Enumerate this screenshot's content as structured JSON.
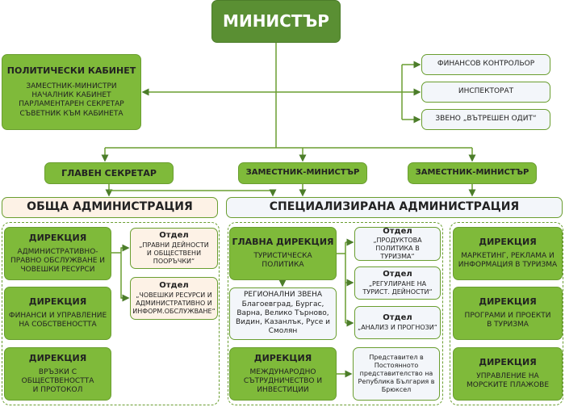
{
  "minister": "МИНИСТЪР",
  "cabinet": {
    "title": "ПОЛИТИЧЕСКИ КАБИНЕТ",
    "lines": [
      "ЗАМЕСТНИК-МИНИСТРИ",
      "НАЧАЛНИК КАБИНЕТ",
      "ПАРЛАМЕНТАРЕН СЕКРЕТАР",
      "СЪВЕТНИК КЪМ КАБИНЕТА"
    ]
  },
  "control": [
    "ФИНАНСОВ КОНТРОЛЬОР",
    "ИНСПЕКТОРАТ",
    "ЗВЕНО „ВЪТРЕШЕН ОДИТ“"
  ],
  "level2": [
    "ГЛАВЕН СЕКРЕТАР",
    "ЗАМЕСТНИК-МИНИСТЪР",
    "ЗАМЕСТНИК-МИНИСТЪР"
  ],
  "general_admin": {
    "title": "ОБЩА АДМИНИСТРАЦИЯ",
    "directorates": [
      {
        "title": "ДИРЕКЦИЯ",
        "text": "АДМИНИСТРАТИВНО-ПРАВНО ОБСЛУЖВАНЕ И ЧОВЕШКИ РЕСУРСИ"
      },
      {
        "title": "ДИРЕКЦИЯ",
        "text": "ФИНАНСИ И УПРАВЛЕНИЕ НА СОБСТВЕНОСТТА"
      },
      {
        "title": "ДИРЕКЦИЯ",
        "text": "ВРЪЗКИ С ОБЩЕСТВЕНОСТТА И ПРОТОКОЛ"
      }
    ],
    "departments": [
      {
        "title": "Отдел",
        "text": "„ПРАВНИ ДЕЙНОСТИ И ОБЩЕСТВЕНИ ПООРЪЧКИ“"
      },
      {
        "title": "Отдел",
        "text": "„ЧОВЕШКИ РЕСУРСИ И АДМИНИСТРАТИВНО И ИНФОРМ.ОБСЛУЖВАНЕ“"
      }
    ]
  },
  "special_admin": {
    "title": "СПЕЦИАЛИЗИРАНА АДМИНИСТРАЦИЯ",
    "main_dir": {
      "title": "ГЛАВНА ДИРЕКЦИЯ",
      "text": "ТУРИСТИЧЕСКА ПОЛИТИКА"
    },
    "regional": {
      "title": "РЕГИОНАЛНИ ЗВЕНА",
      "text": "Благоевград, Бургас, Варна, Велико Търново, Видин, Казанлък, Русе и Смолян"
    },
    "departments": [
      {
        "title": "Отдел",
        "text": "„ПРОДУКТОВА ПОЛИТИКА В ТУРИЗМА“"
      },
      {
        "title": "Отдел",
        "text": "„РЕГУЛИРАНЕ НА ТУРИСТ. ДЕЙНОСТИ“"
      },
      {
        "title": "Отдел",
        "text": "„АНАЛИЗ И ПРОГНОЗИ“"
      }
    ],
    "intl_dir": {
      "title": "ДИРЕКЦИЯ",
      "text": "МЕЖДУНАРОДНО СЪТРУДНИЧЕСТВО И ИНВЕСТИЦИИ"
    },
    "representative": "Представител в Постоянното представителство на Република България в Брюксел",
    "right_dirs": [
      {
        "title": "ДИРЕКЦИЯ",
        "text": "МАРКЕТИНГ, РЕКЛАМА И ИНФОРМАЦИЯ В ТУРИЗМА"
      },
      {
        "title": "ДИРЕКЦИЯ",
        "text": "ПРОГРАМИ И ПРОЕКТИ В ТУРИЗМА"
      },
      {
        "title": "ДИРЕКЦИЯ",
        "text": "УПРАВЛЕНИЕ НА МОРСКИТЕ ПЛАЖОВЕ"
      }
    ]
  }
}
